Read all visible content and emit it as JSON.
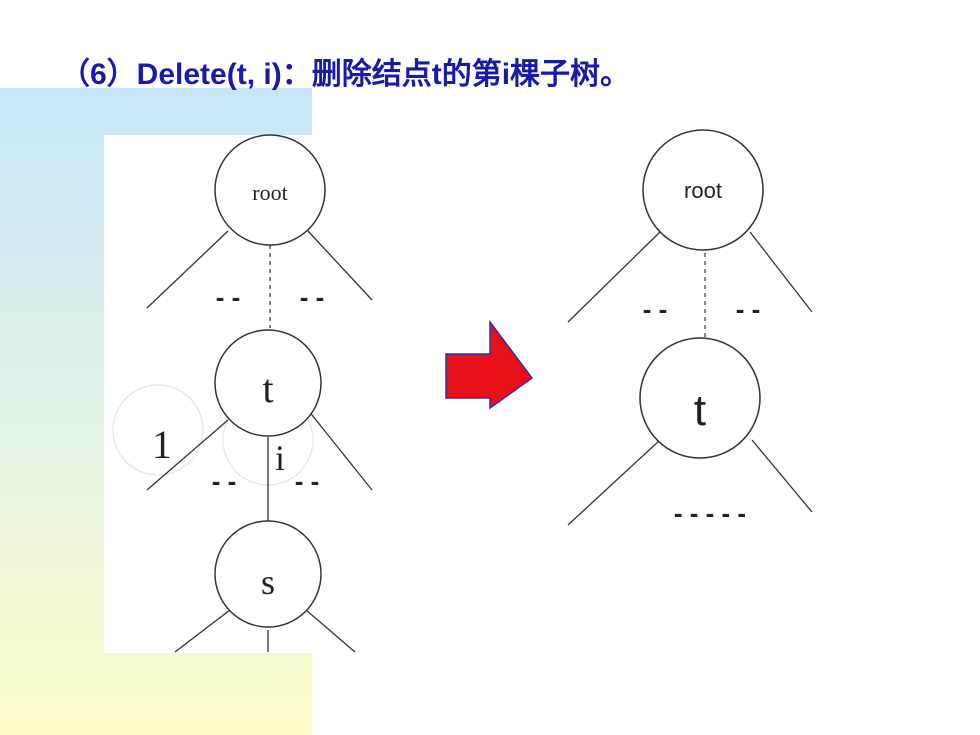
{
  "slide": {
    "title": "（6）Delete(t, i)：删除结点t的第i棵子树。"
  },
  "before": {
    "root_label": "root",
    "t_label": "t",
    "s_label": "s",
    "branch_1_label": "1",
    "branch_i_label": "i",
    "dashes_root_left": "- -",
    "dashes_root_right": "- -",
    "dashes_t_left": "- -",
    "dashes_t_right": "- -"
  },
  "after": {
    "root_label": "root",
    "t_label": "t",
    "dashes_root_left": "- -",
    "dashes_root_right": "- -",
    "dashes_t": "- - - - -"
  },
  "colors": {
    "title": "#1a1aa8",
    "arrow_fill": "#e8111a",
    "arrow_stroke": "#3a2b9a",
    "panel_top": "#c6e7fb",
    "panel_bottom": "#fefcc8"
  }
}
